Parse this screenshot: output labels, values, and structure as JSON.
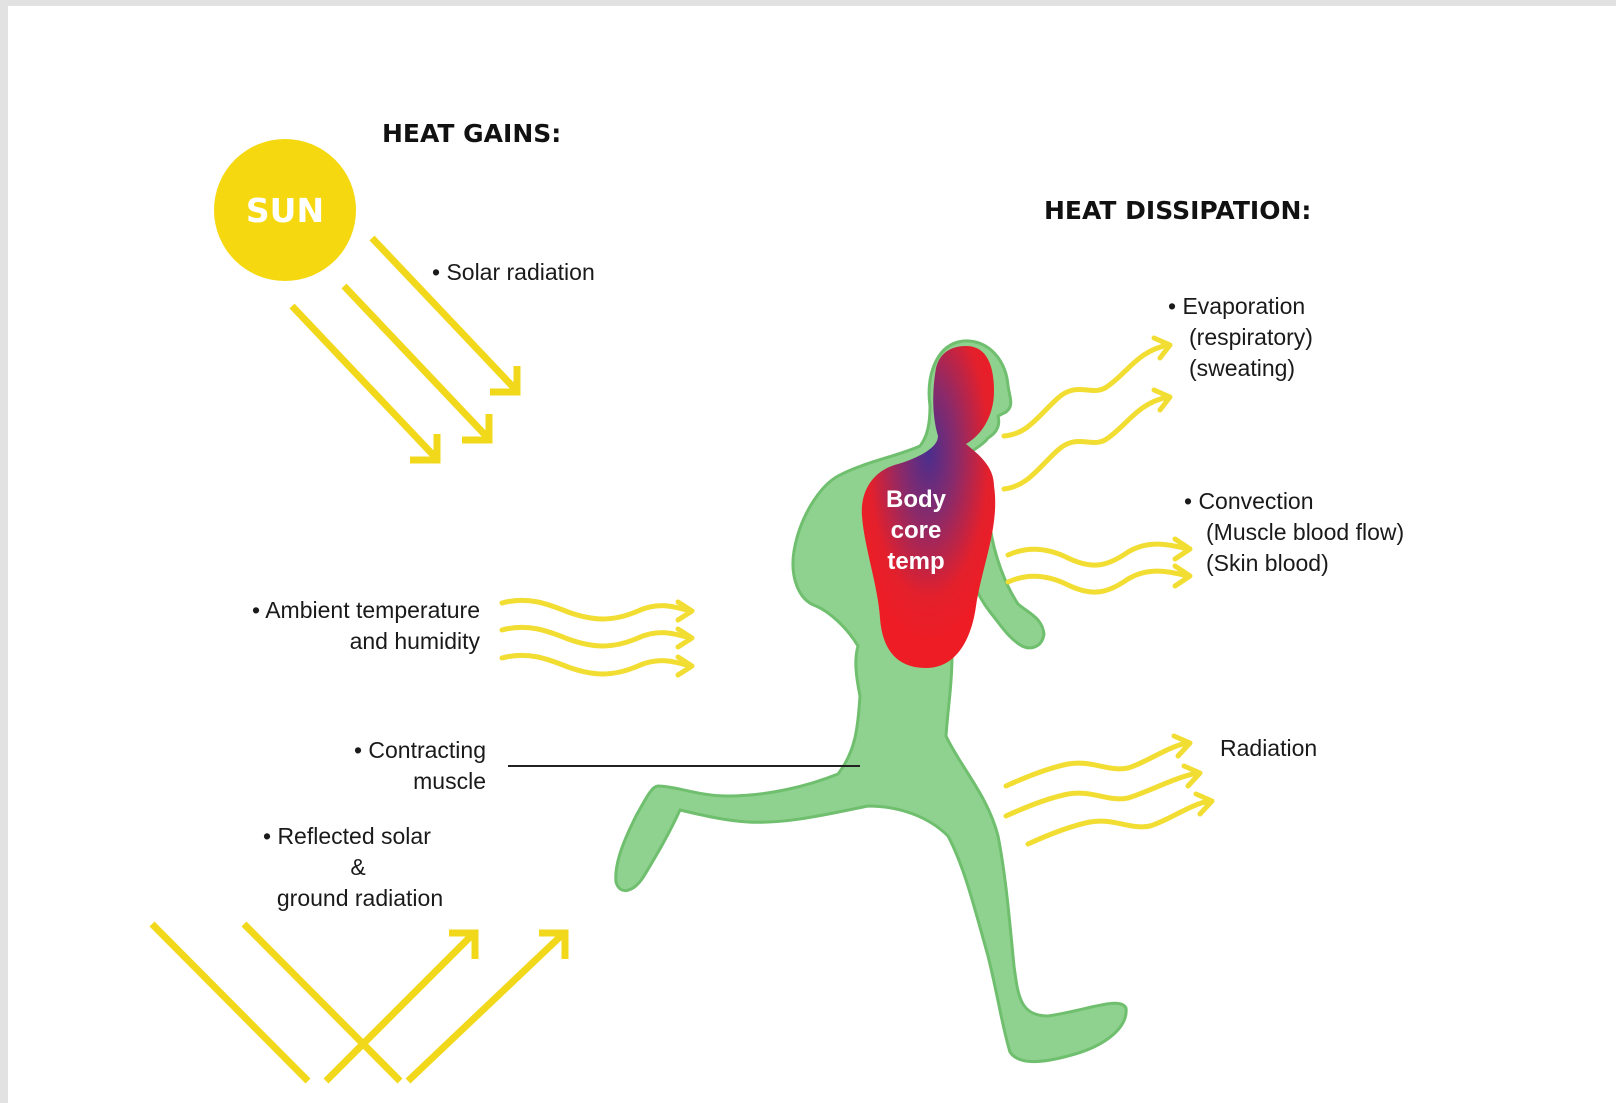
{
  "headings": {
    "gains": "HEAT GAINS:",
    "dissipation": "HEAT DISSIPATION:"
  },
  "sun": {
    "label": "SUN"
  },
  "gains": {
    "solar": "• Solar radiation",
    "ambient_line1": "• Ambient temperature",
    "ambient_line2": "and humidity",
    "contracting_line1": "• Contracting",
    "contracting_line2": "muscle",
    "reflected_line1": "• Reflected solar",
    "reflected_line2": "&",
    "reflected_line3": "ground radiation"
  },
  "dissipation": {
    "evaporation_line1": "• Evaporation",
    "evaporation_line2": "(respiratory)",
    "evaporation_line3": "(sweating)",
    "convection_line1": "• Convection",
    "convection_line2": "(Muscle blood flow)",
    "convection_line3": "(Skin blood)",
    "radiation": "Radiation"
  },
  "core": {
    "line1": "Body",
    "line2": "core",
    "line3": "temp"
  },
  "colors": {
    "sun": "#f5d80f",
    "arrows": "#f2d81a",
    "body": "#8fd18f",
    "body_outline": "#6fbf6f",
    "core_outer": "#e8202a",
    "core_inner": "#5a2d8a"
  }
}
